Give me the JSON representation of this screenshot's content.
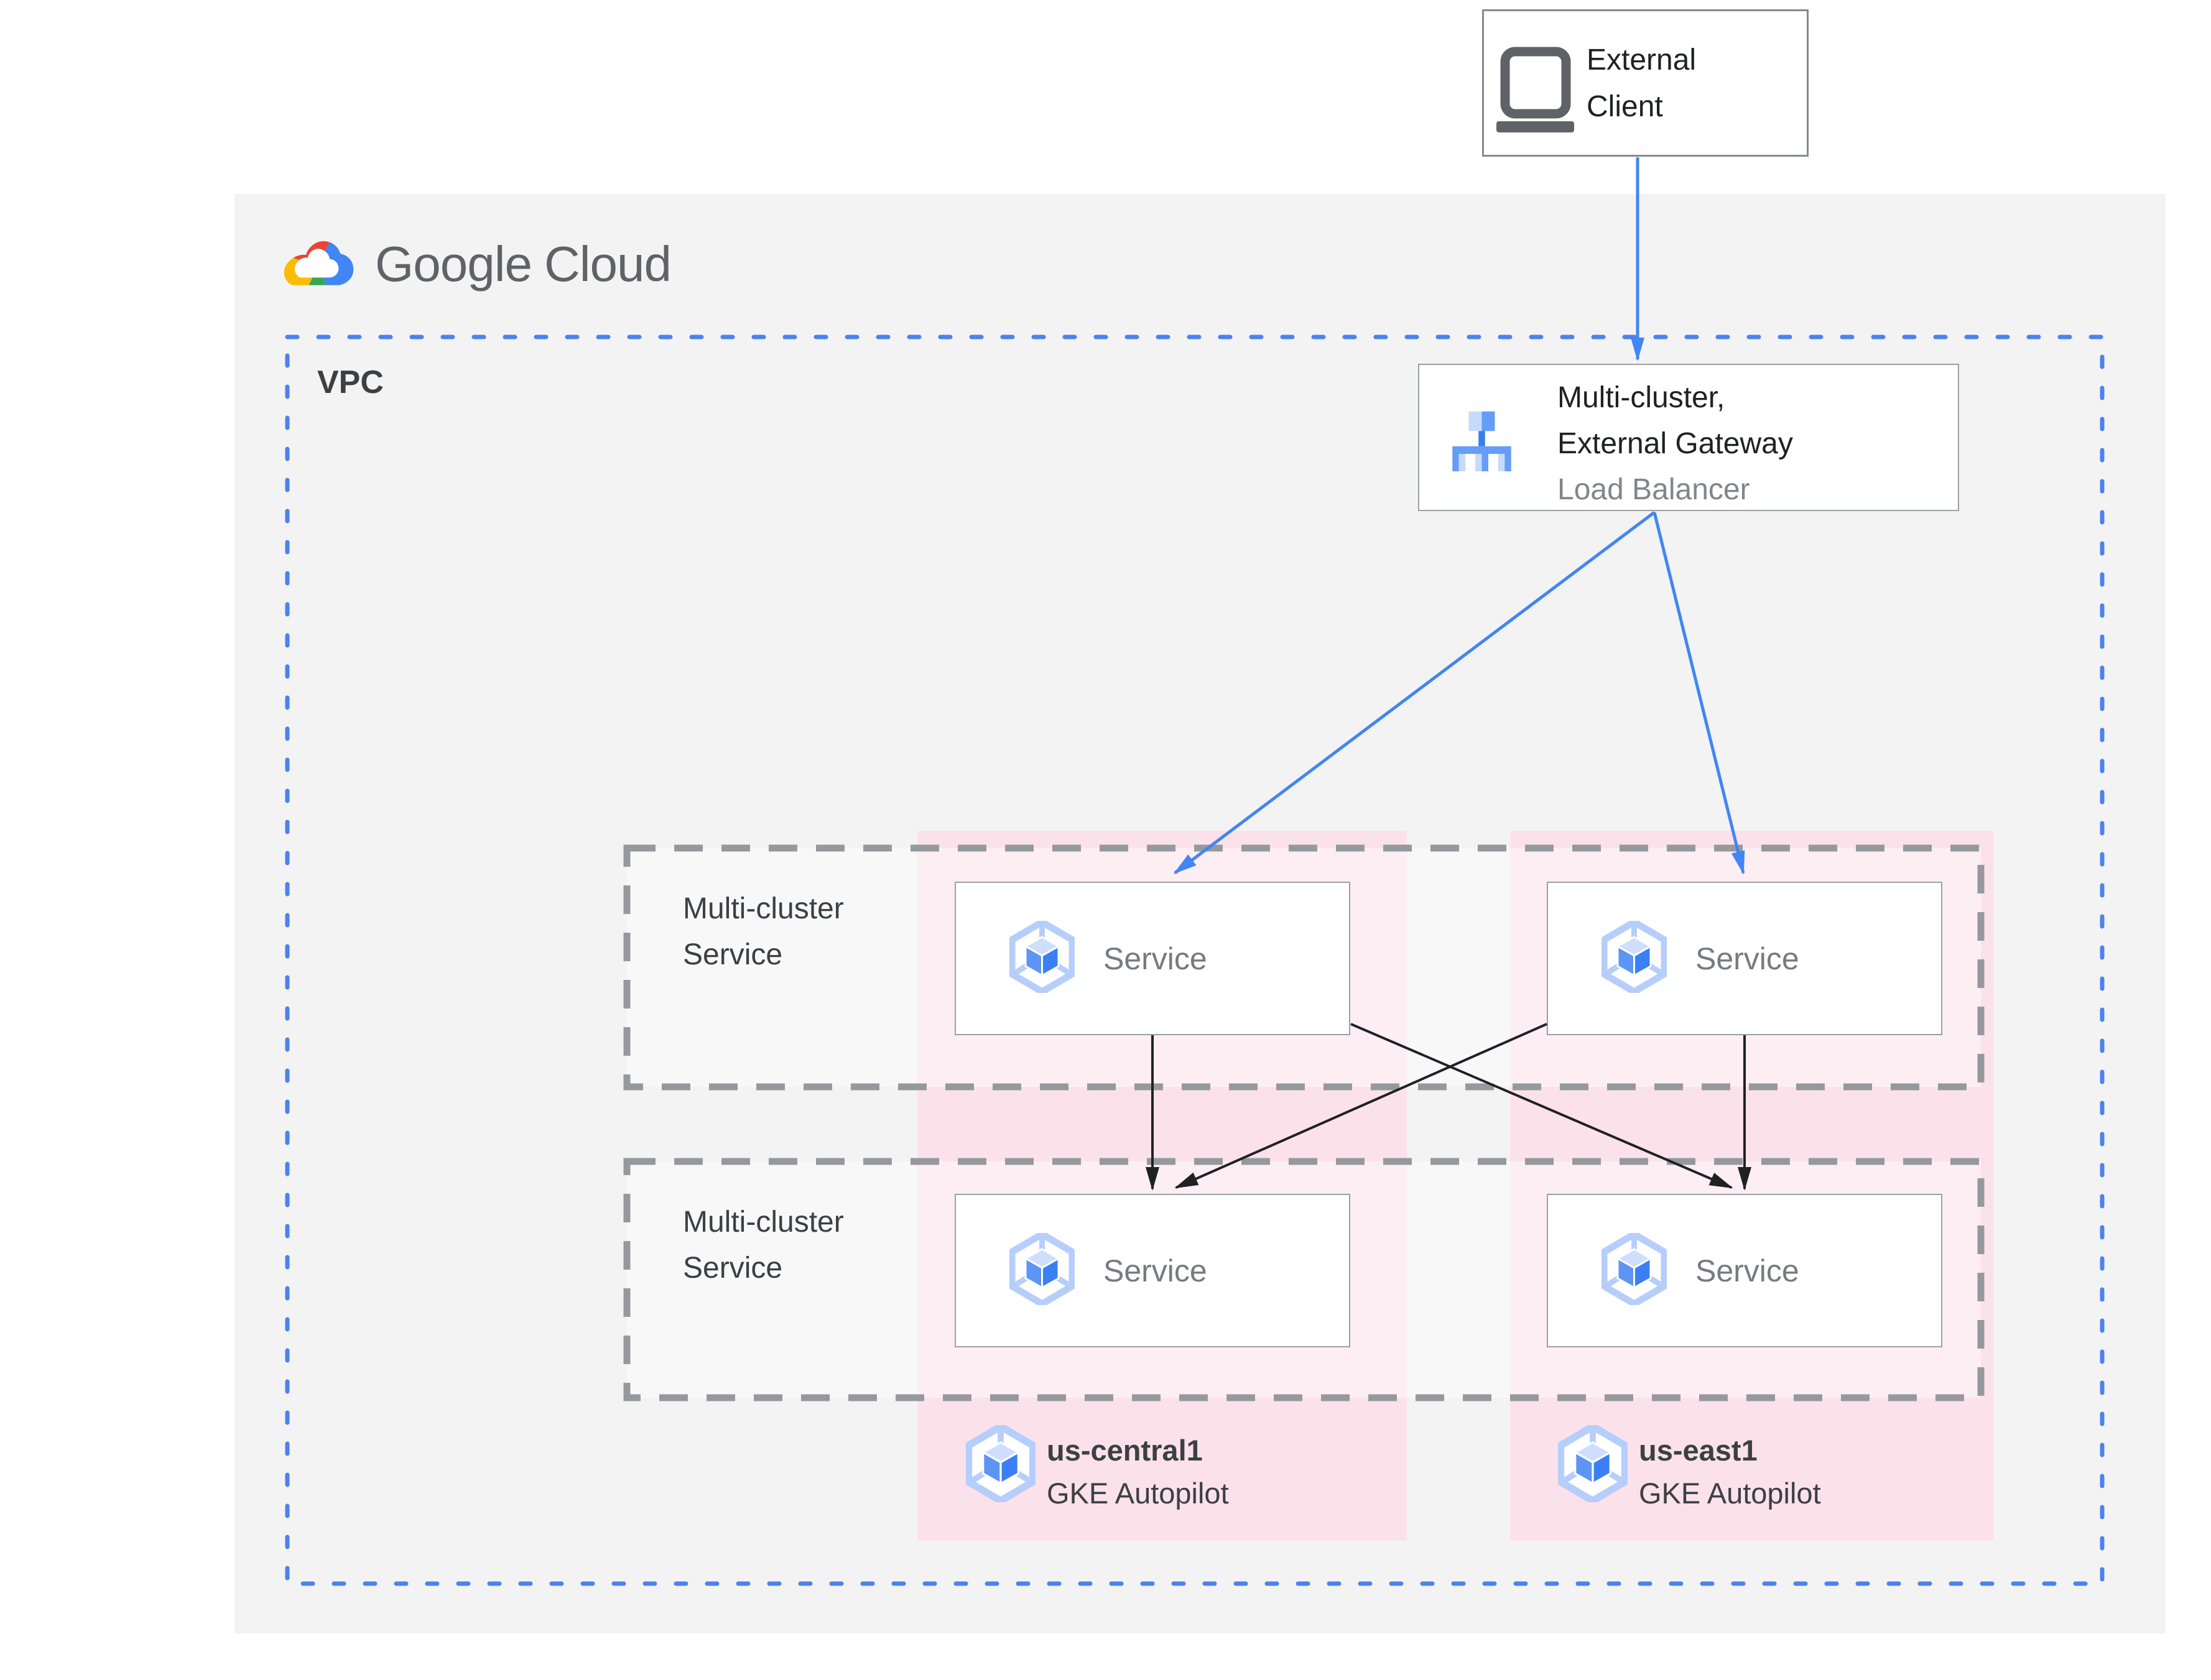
{
  "brand": {
    "google": "Google",
    "cloud": "Cloud"
  },
  "external_client": {
    "line1": "External",
    "line2": "Client"
  },
  "vpc": {
    "label": "VPC"
  },
  "gateway": {
    "line1": "Multi-cluster,",
    "line2": "External Gateway",
    "line3": "Load Balancer"
  },
  "rows": [
    {
      "label_line1": "Multi-cluster",
      "label_line2": "Service"
    },
    {
      "label_line1": "Multi-cluster",
      "label_line2": "Service"
    }
  ],
  "services": [
    {
      "label": "Service"
    },
    {
      "label": "Service"
    },
    {
      "label": "Service"
    },
    {
      "label": "Service"
    }
  ],
  "clusters": [
    {
      "region": "us-central1",
      "platform": "GKE Autopilot"
    },
    {
      "region": "us-east1",
      "platform": "GKE Autopilot"
    }
  ],
  "colors": {
    "accent_blue": "#4285f4",
    "logo_red": "#ea4335",
    "logo_yellow": "#fbbc05",
    "logo_green": "#34a853",
    "canvas_gray": "#f3f3f4",
    "cluster_pink": "#fbe2ea",
    "dash_gray": "#95999e",
    "text_dark": "#202124",
    "text_gray": "#757b81",
    "icon_light_blue": "#b6cefb",
    "icon_mid_blue": "#5d95f4",
    "icon_deep_blue": "#3a80f5"
  }
}
